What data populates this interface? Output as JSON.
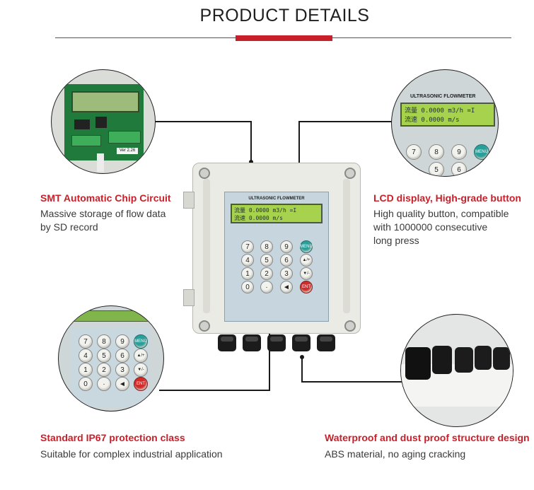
{
  "header": {
    "title": "PRODUCT DETAILS"
  },
  "device": {
    "panel_label": "ULTRASONIC FLOWMETER",
    "lcd_line1": "流量  0.0000 m3/h =I",
    "lcd_line2": "流速  0.0000 m/s",
    "keys": [
      "7",
      "8",
      "9",
      "MENU",
      "4",
      "5",
      "6",
      "▲/+",
      "1",
      "2",
      "3",
      "▼/-",
      "0",
      "·",
      "◄",
      "ENT"
    ]
  },
  "features": [
    {
      "title": "SMT Automatic Chip Circuit",
      "desc": [
        "Massive storage of flow data",
        "by SD record"
      ]
    },
    {
      "title": "LCD display, High-grade button",
      "desc": [
        "High quality button, compatible",
        "with 1000000 consecutive",
        "long press"
      ]
    },
    {
      "title": "Standard IP67 protection class",
      "desc": [
        "Suitable for complex industrial application"
      ]
    },
    {
      "title": "Waterproof and dust proof structure design",
      "desc": [
        "ABS material, no aging cracking"
      ]
    }
  ],
  "detail_images": {
    "board_label": "Ver 2.26",
    "zoom_lcd_title": "ULTRASONIC FLOWMETER",
    "zoom_lcd_line1": "流量  0.0000 m3/h =I",
    "zoom_lcd_line2": "流速  0.0000 m/s"
  },
  "colors": {
    "accent": "#c8202a",
    "lcd": "#a6d24e",
    "teal_key": "#2a9f9a",
    "red_key": "#d12c2a"
  }
}
